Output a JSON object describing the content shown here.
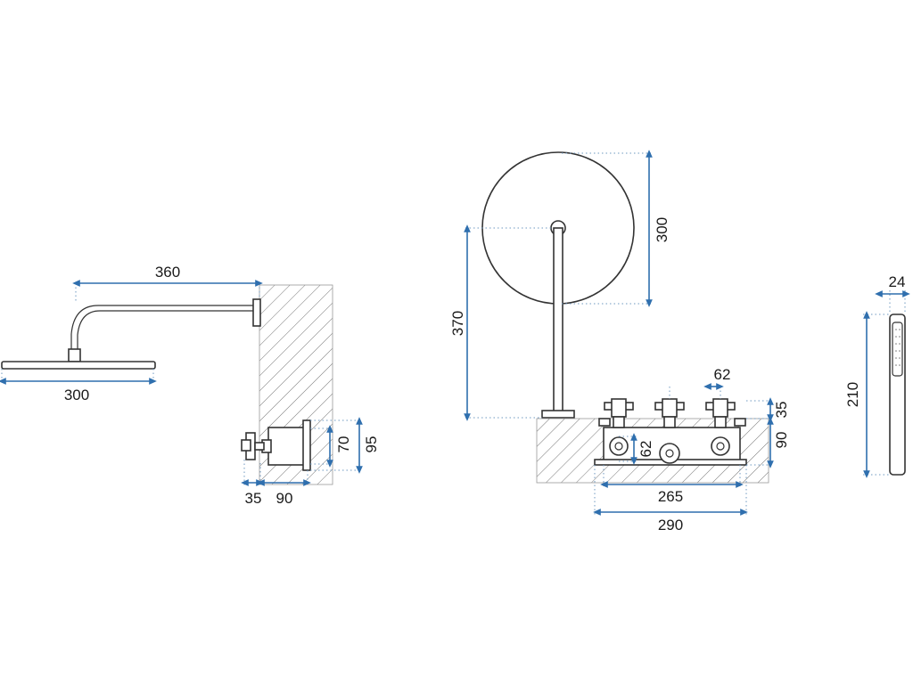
{
  "colors": {
    "dimension_line": "#2f6fae",
    "outline": "#333333",
    "hatch": "#777777"
  },
  "side_view": {
    "arm_length": "360",
    "head_width": "300",
    "valve_offset": "35",
    "valve_depth": "90",
    "valve_height_inner": "70",
    "valve_height_outer": "95"
  },
  "front_view": {
    "head_diameter": "300",
    "arm_height": "370",
    "handle_spacing": "62",
    "handle_height": "35",
    "body_height": "90",
    "outlet_offset": "62",
    "plate_inner_width": "265",
    "plate_outer_width": "290"
  },
  "hand_shower": {
    "width": "24",
    "length": "210"
  }
}
